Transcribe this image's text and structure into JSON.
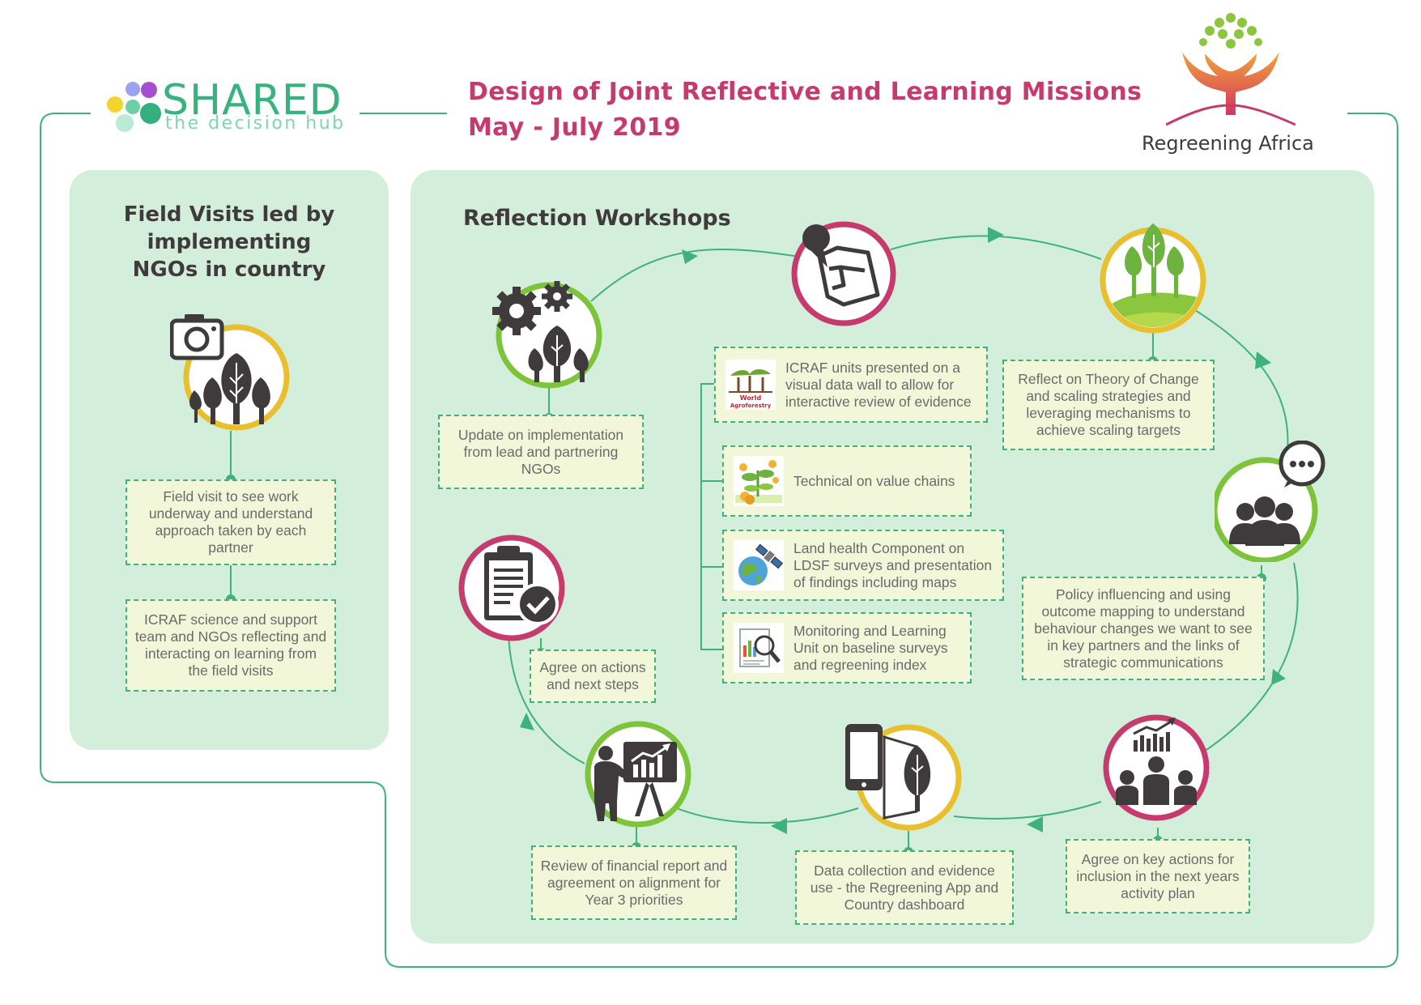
{
  "header": {
    "logo_left": {
      "name": "SHARED",
      "tagline": "the decision hub"
    },
    "title_line1": "Design of Joint Reflective and Learning Missions",
    "title_line2": "May - July 2019",
    "logo_right": {
      "name": "Regreening Africa"
    }
  },
  "colors": {
    "accent_pink": "#c73a6e",
    "green_line": "#3fb27c",
    "panel_bg": "#d3efdb",
    "box_bg": "#f3f7d9",
    "ring_green": "#7dc43a",
    "ring_yellow": "#e8c02f",
    "ring_pink": "#c73a6e",
    "icon_dark": "#3f3a3c"
  },
  "field_visits": {
    "heading_lines": [
      "Field Visits led by",
      "implementing",
      "NGOs in country"
    ],
    "icon": "camera-trees-icon",
    "boxes": [
      "Field visit to see work underway and understand approach taken by each partner",
      "ICRAF science and support team and NGOs reflecting and interacting on learning from the field visits"
    ]
  },
  "workshops": {
    "heading": "Reflection Workshops",
    "steps": [
      {
        "icon": "gears-tree-icon",
        "label": "Update on implementation from lead and partnering NGOs"
      },
      {
        "icon": "map-pin-icon",
        "label": ""
      },
      {
        "icon": "tree-hill-icon",
        "label": "Reflect on Theory of Change and scaling strategies and leveraging mechanisms to achieve scaling targets"
      },
      {
        "icon": "group-chat-icon",
        "label": "Policy influencing and using outcome mapping to understand behaviour changes we want to see in key partners and the links of strategic communications"
      },
      {
        "icon": "audience-presentation-icon",
        "label": "Agree on key actions for inclusion in the next years activity plan"
      },
      {
        "icon": "phone-leaf-icon",
        "label": "Data collection and evidence use - the Regreening App and Country dashboard"
      },
      {
        "icon": "presenter-chart-icon",
        "label": "Review of financial report and agreement on alignment for Year 3 priorities"
      },
      {
        "icon": "clipboard-check-icon",
        "label": "Agree on actions and next steps"
      }
    ],
    "sub_items": [
      {
        "icon": "world-agroforestry-logo-icon",
        "logo_text": "World Agroforestry",
        "label": "ICRAF units presented on a visual data wall to allow for interactive review of evidence"
      },
      {
        "icon": "value-chain-plant-icon",
        "label": "Technical on value chains"
      },
      {
        "icon": "satellite-globe-icon",
        "label": "Land health Component on LDSF surveys and presentation of findings including maps"
      },
      {
        "icon": "report-magnifier-icon",
        "label": "Monitoring and Learning Unit on baseline surveys and regreening index"
      }
    ]
  }
}
